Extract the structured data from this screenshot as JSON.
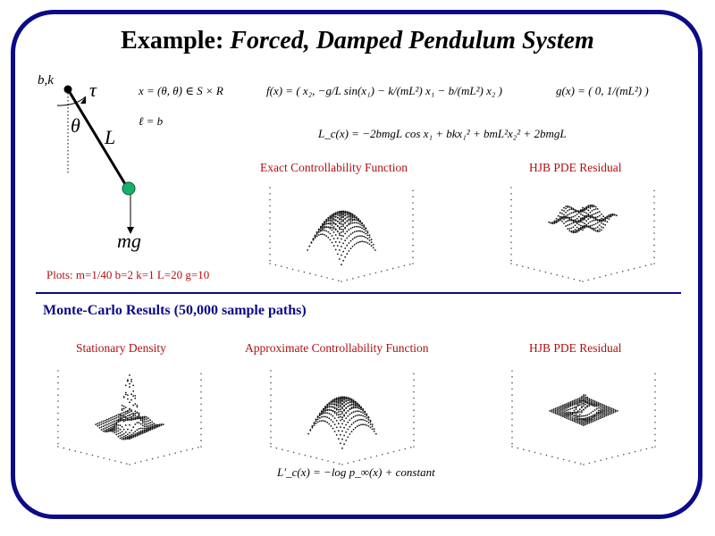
{
  "title": {
    "roman": "Example: ",
    "italic": "Forced, Damped Pendulum System"
  },
  "pendulum": {
    "label_bk": "b,k",
    "label_tau": "τ",
    "label_theta": "θ",
    "label_L": "L",
    "label_mg": "mg",
    "colors": {
      "rod": "#000000",
      "bob": "#17b06a",
      "bob_outline": "#0a5a30"
    }
  },
  "equations": {
    "state": "x = (θ, θ̇) ∈ S × R",
    "ell": "ℓ = b",
    "f": "f(x) = ( x₂, −g/L sin(x₁) − k/(mL²) x₁ − b/(mL²) x₂ )",
    "g": "g(x) = ( 0, 1/(mL²) )",
    "Lc": "L_c(x) = −2bmgL cos x₁ + bkx₁² + bmL²x₂² + 2bmgL",
    "Lc_prime": "L′_c(x) = −log p_∞(x) + constant"
  },
  "plots_params": "Plots: m=1/40 b=2 k=1 L=20 g=10",
  "section_heading": "Monte-Carlo Results (50,000 sample paths)",
  "plot_titles": {
    "exact_controllability": "Exact Controllability Function",
    "hjb_residual_top": "HJB PDE Residual",
    "stationary_density": "Stationary Density",
    "approx_controllability": "Approximate Controllability Function",
    "hjb_residual_bottom": "HJB PDE Residual"
  },
  "colors": {
    "frame": "#0b0b8a",
    "plot_title": "#b01010",
    "heading": "#0b0b8a"
  }
}
